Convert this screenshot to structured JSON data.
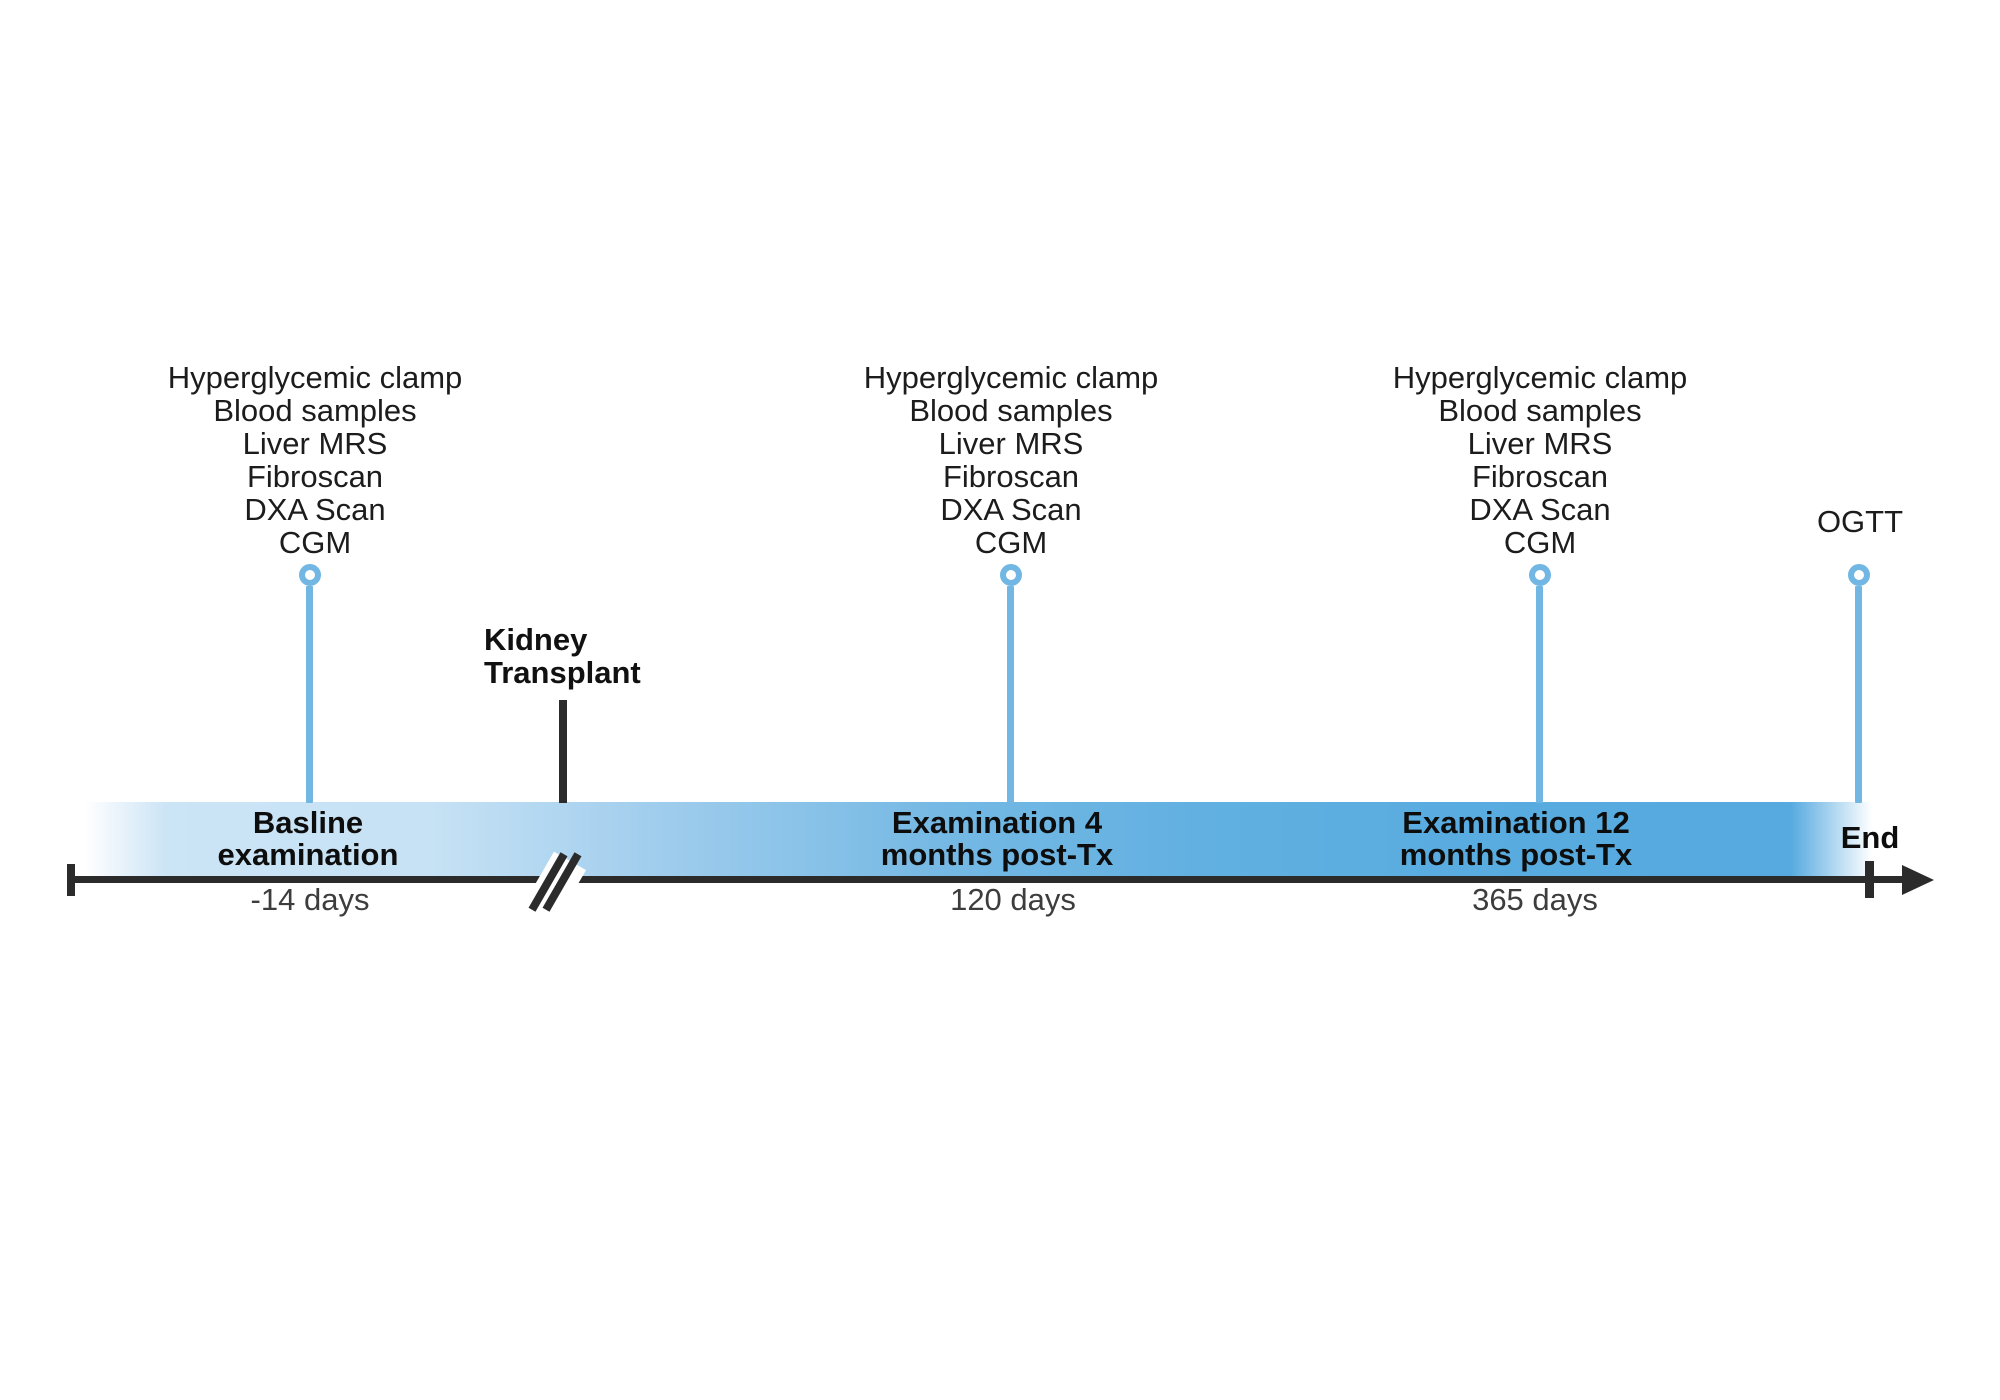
{
  "colors": {
    "stem_blue": "#72b7e4",
    "bar_light_blue": "#cbe4f6",
    "bar_deep_blue": "#57abdf",
    "axis_black": "#2b2b2b",
    "day_text_gray": "#3d3d3d"
  },
  "procedures": [
    "Hyperglycemic clamp",
    "Blood samples",
    "Liver MRS",
    "Fibroscan",
    "DXA Scan",
    "CGM"
  ],
  "ogtt_label": "OGTT",
  "transplant": {
    "line1": "Kidney",
    "line2": "Transplant"
  },
  "events": {
    "baseline": {
      "line1": "Basline",
      "line2": "examination",
      "day": "-14 days"
    },
    "exam4": {
      "line1": "Examination 4",
      "line2": "months post-Tx",
      "day": "120 days"
    },
    "exam12": {
      "line1": "Examination 12",
      "line2": "months post-Tx",
      "day": "365 days"
    },
    "end": {
      "label": "End"
    }
  }
}
